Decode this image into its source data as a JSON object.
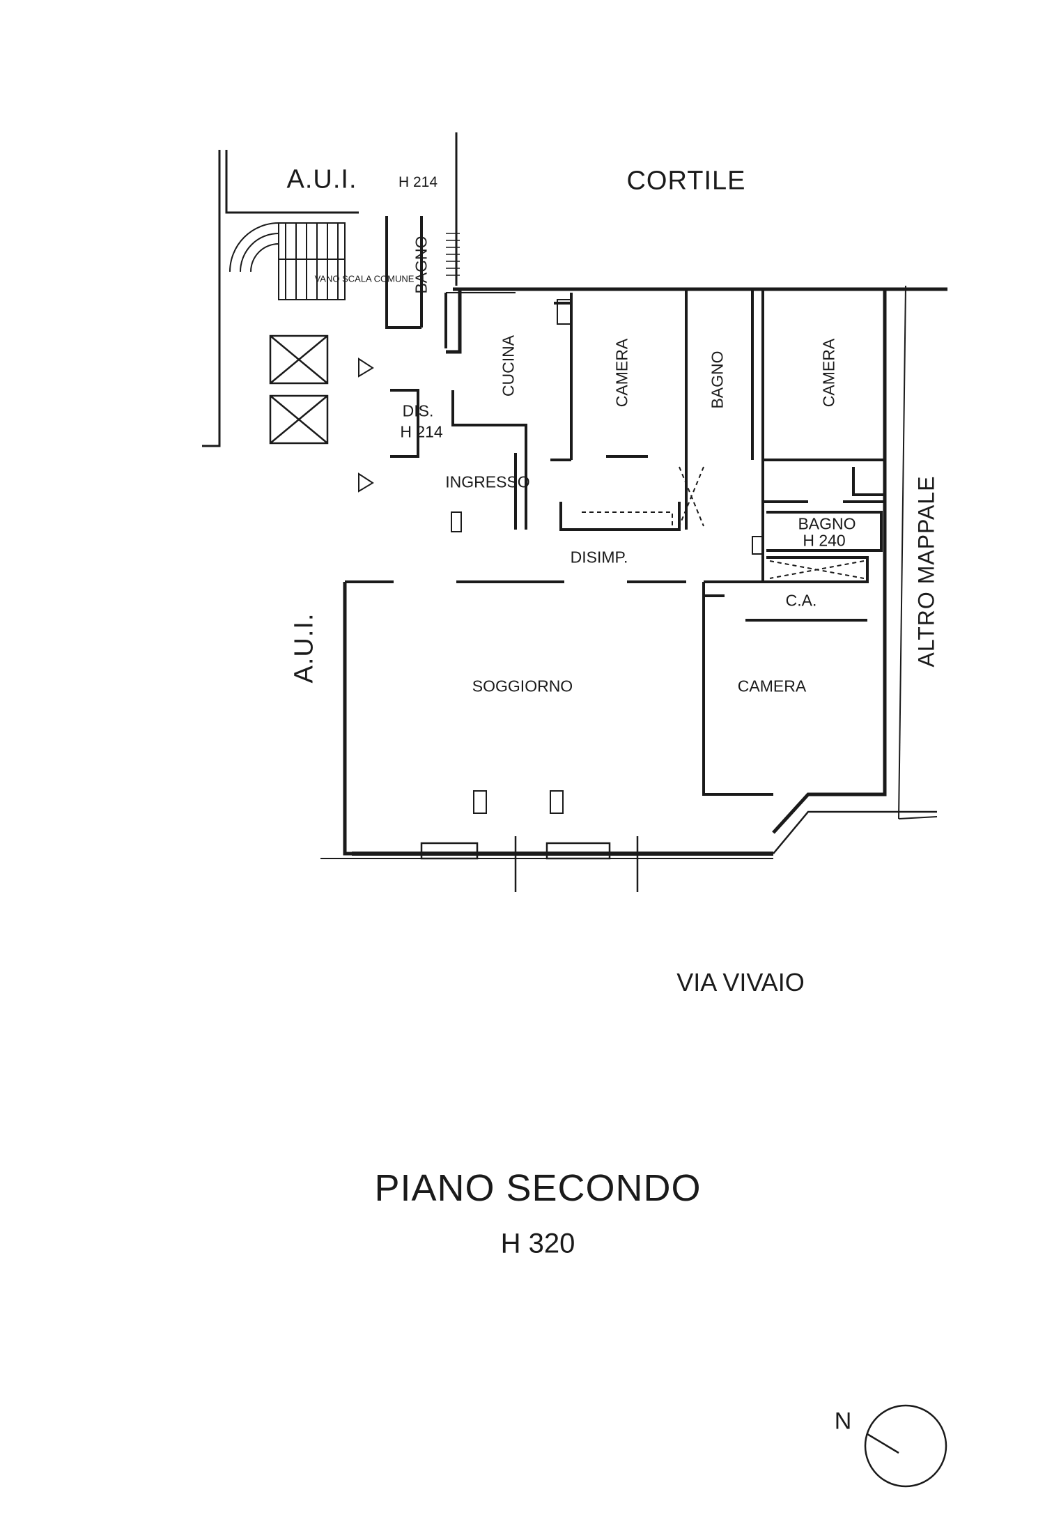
{
  "labels": {
    "aui_top": "A.U.I.",
    "h214_top": "H 214",
    "cortile": "CORTILE",
    "vano_scala": "VANO SCALA COMUNE",
    "bagno_1": "BAGNO",
    "cucina": "CUCINA",
    "camera_1": "CAMERA",
    "bagno_2": "BAGNO",
    "camera_2": "CAMERA",
    "dis": "DIS.",
    "dis_h": "H 214",
    "ingresso": "INGRESSO",
    "bagno_3": "BAGNO",
    "bagno_3_h": "H 240",
    "disimp": "DISIMP.",
    "ca": "C.A.",
    "aui_left": "A.U.I.",
    "altro_mappale": "ALTRO MAPPALE",
    "soggiorno": "SOGGIORNO",
    "camera_3": "CAMERA",
    "via_vivaio": "VIA VIVAIO"
  },
  "floor": {
    "title": "PIANO SECONDO",
    "height": "H 320"
  },
  "compass": {
    "north": "N"
  },
  "colors": {
    "ink": "#1a1a1a",
    "background": "#ffffff"
  }
}
